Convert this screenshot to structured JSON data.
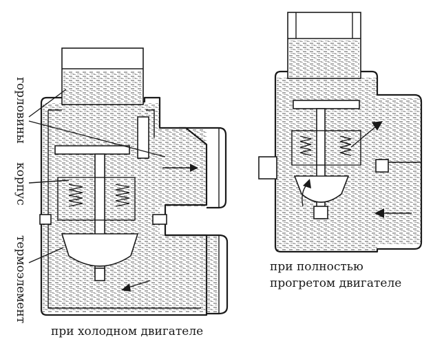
{
  "labels": {
    "necks": "горловины",
    "body": "корпус",
    "thermo_element": "термоэлемент"
  },
  "captions": {
    "cold_engine": "при холодном двигателе",
    "warm_engine_line1": "при полностью",
    "warm_engine_line2": "прогретом двигателе"
  },
  "colors": {
    "ink": "#1a1a1a",
    "coolant_hatch": "#555555",
    "background": "#ffffff"
  }
}
